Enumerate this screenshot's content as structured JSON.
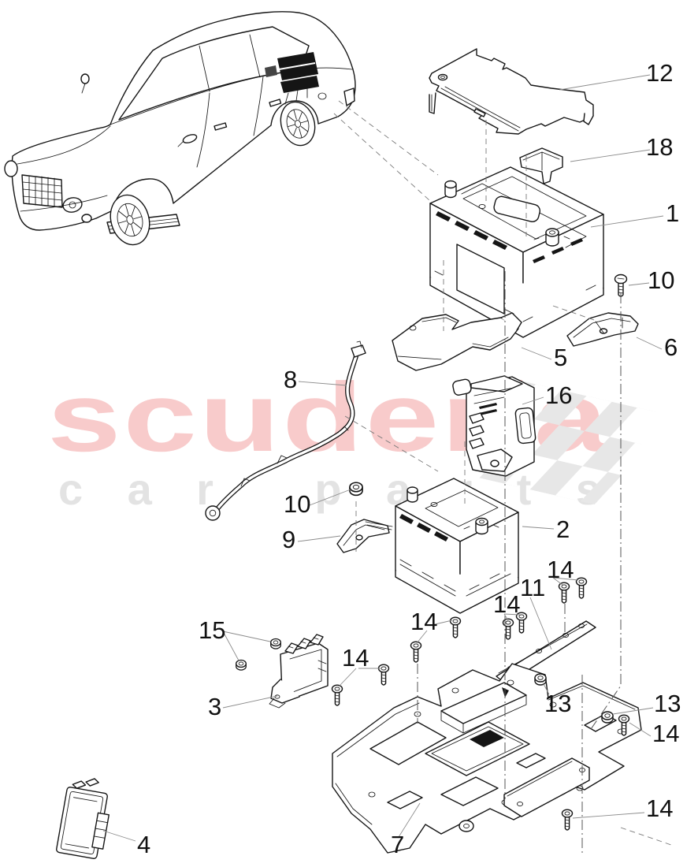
{
  "watermark": {
    "brand": "scuderia",
    "subtitle": "car parts",
    "brand_color": "#f8cbcb",
    "subtitle_color": "#e3e3e3",
    "flag_color": "#e7e7e7"
  },
  "diagram": {
    "background": "#ffffff",
    "line_color": "#151515",
    "leader_color": "#8c8c8c",
    "callouts": [
      {
        "label": "12"
      },
      {
        "label": "18"
      },
      {
        "label": "1"
      },
      {
        "label": "10"
      },
      {
        "label": "6"
      },
      {
        "label": "5"
      },
      {
        "label": "16"
      },
      {
        "label": "8"
      },
      {
        "label": "10"
      },
      {
        "label": "9"
      },
      {
        "label": "2"
      },
      {
        "label": "14"
      },
      {
        "label": "11"
      },
      {
        "label": "14"
      },
      {
        "label": "14"
      },
      {
        "label": "15"
      },
      {
        "label": "14"
      },
      {
        "label": "3"
      },
      {
        "label": "13"
      },
      {
        "label": "13"
      },
      {
        "label": "14"
      },
      {
        "label": "7"
      },
      {
        "label": "4"
      },
      {
        "label": "14"
      }
    ]
  }
}
